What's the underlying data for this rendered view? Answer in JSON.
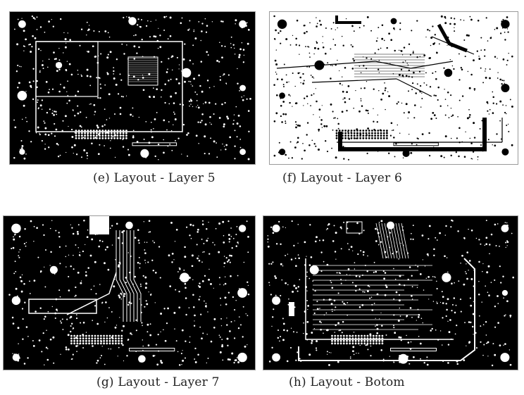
{
  "figure": {
    "panels": [
      {
        "id": "e",
        "caption": "(e) Layout - Layer 5",
        "theme": "dark"
      },
      {
        "id": "f",
        "caption": "(f) Layout - Layer 6",
        "theme": "light"
      },
      {
        "id": "g",
        "caption": "(g) Layout - Layer 7",
        "theme": "dark"
      },
      {
        "id": "h",
        "caption": "(h) Layout - Botom",
        "theme": "dark"
      }
    ]
  },
  "colors": {
    "board_dark": "#000000",
    "board_light": "#ffffff",
    "copper_dark": "#ffffff",
    "copper_light": "#000000"
  }
}
